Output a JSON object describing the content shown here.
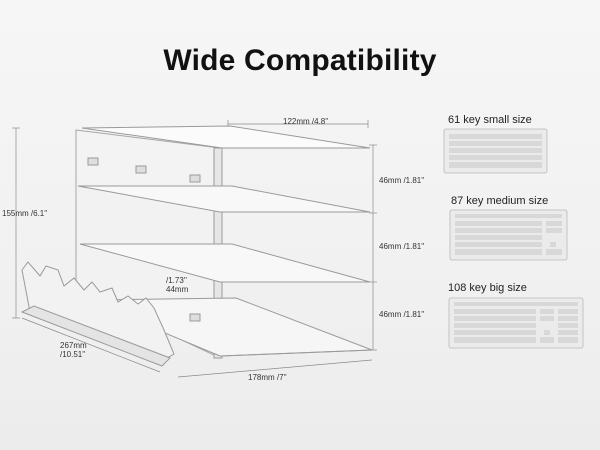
{
  "title": "Wide Compatibility",
  "dimensions": {
    "width": "122mm /4.8''",
    "height": "155mm /6.1''",
    "shelf_top": "46mm /1.81''",
    "shelf_mid": "46mm /1.81''",
    "shelf_bottom": "46mm /1.81''",
    "depth_line1": "267mm",
    "depth_line2": "/10.51''",
    "slot_line1": "/1.73''",
    "slot_line2": "44mm",
    "base_width": "178mm /7''"
  },
  "keyboards": [
    {
      "label": "61 key small size",
      "rows": 5
    },
    {
      "label": "87 key medium size",
      "rows": 6
    },
    {
      "label": "108 key big size",
      "rows": 6
    }
  ],
  "colors": {
    "acrylic_edge": "#9a9a9a",
    "acrylic_fill": "#f7f7f7",
    "keyboard_fill": "#e9e9e9",
    "key_fill": "#d9d9d9",
    "text": "#222222"
  }
}
